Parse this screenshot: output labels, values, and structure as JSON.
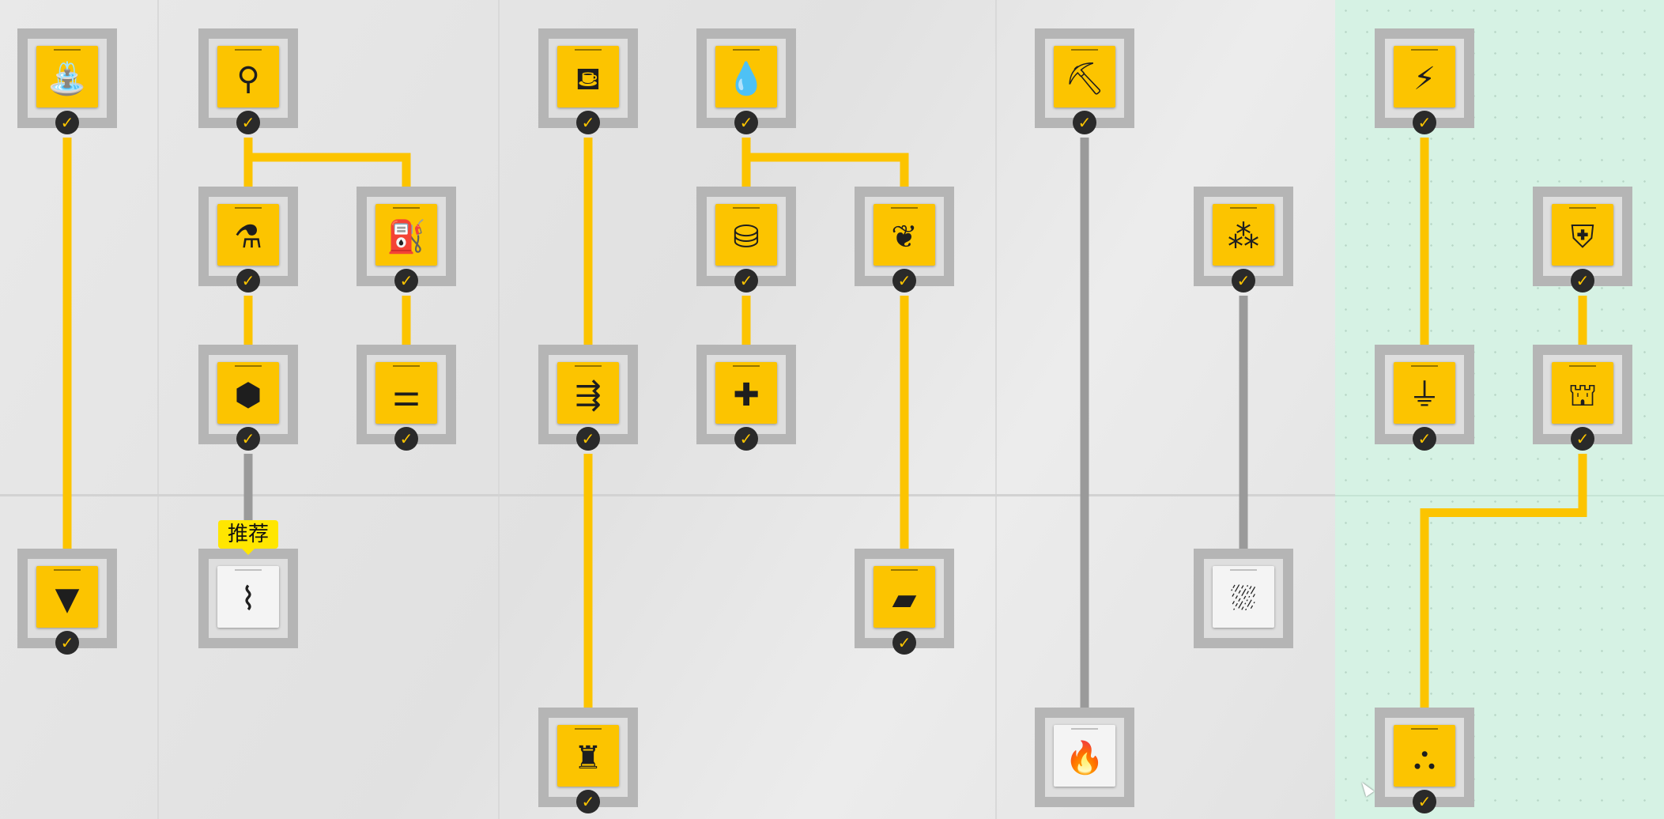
{
  "recommended_tag": "推荐",
  "colors": {
    "completed": "#fcc400",
    "locked_link": "#9a9a9a",
    "region_highlight": "#d6f2e4",
    "check_bg": "#2a2a2a"
  },
  "nodes": [
    {
      "id": "a1",
      "icon": "water-tank-icon",
      "glyph": "⛲",
      "state": "completed"
    },
    {
      "id": "a2",
      "icon": "filter-drill-icon",
      "glyph": "▼",
      "state": "completed"
    },
    {
      "id": "b1",
      "icon": "pipe-drop-icon",
      "glyph": "⚲",
      "state": "completed"
    },
    {
      "id": "b2",
      "icon": "pipe-filter-icon",
      "glyph": "⚗",
      "state": "completed"
    },
    {
      "id": "b3",
      "icon": "fuel-can-icon",
      "glyph": "⛽",
      "state": "completed"
    },
    {
      "id": "b4",
      "icon": "valve-pipe-icon",
      "glyph": "⬢",
      "state": "completed"
    },
    {
      "id": "b5",
      "icon": "sprinkler-icon",
      "glyph": "⚌",
      "state": "completed"
    },
    {
      "id": "b6",
      "icon": "underground-pipe-icon",
      "glyph": "⌇",
      "state": "available",
      "recommended": true
    },
    {
      "id": "c1",
      "icon": "bucket-pour-icon",
      "glyph": "⛾",
      "state": "completed"
    },
    {
      "id": "c2",
      "icon": "pipe-splitter-icon",
      "glyph": "⇶",
      "state": "completed"
    },
    {
      "id": "c3",
      "icon": "turret-icon",
      "glyph": "♜",
      "state": "completed"
    },
    {
      "id": "d1",
      "icon": "water-drop-icon",
      "glyph": "💧",
      "state": "completed"
    },
    {
      "id": "d2",
      "icon": "water-container-icon",
      "glyph": "⛁",
      "state": "completed"
    },
    {
      "id": "d3",
      "icon": "plant-water-icon",
      "glyph": "❦",
      "state": "completed"
    },
    {
      "id": "d4",
      "icon": "water-plus-icon",
      "glyph": "✚",
      "state": "completed"
    },
    {
      "id": "d5",
      "icon": "fuel-tank-icon",
      "glyph": "▰",
      "state": "completed"
    },
    {
      "id": "e1",
      "icon": "drill-tier-2-icon",
      "glyph": "⛏",
      "state": "completed"
    },
    {
      "id": "e2",
      "icon": "fire-pit-icon",
      "glyph": "🔥",
      "state": "available"
    },
    {
      "id": "f1",
      "icon": "ore-scatter-icon",
      "glyph": "⁂",
      "state": "completed"
    },
    {
      "id": "f2",
      "icon": "spray-tower-icon",
      "glyph": "⛆",
      "state": "available"
    },
    {
      "id": "g1",
      "icon": "power-box-icon",
      "glyph": "⚡",
      "state": "completed"
    },
    {
      "id": "g2",
      "icon": "generator-icon",
      "glyph": "⏚",
      "state": "completed"
    },
    {
      "id": "g3",
      "icon": "pump-icon",
      "glyph": "⛨",
      "state": "completed"
    },
    {
      "id": "g4",
      "icon": "pump-tier-1-icon",
      "glyph": "⛫",
      "state": "completed"
    },
    {
      "id": "g5",
      "icon": "pump-tier-2-icon",
      "glyph": "⛬",
      "state": "completed"
    }
  ],
  "links": [
    {
      "from": "a1",
      "to": "a2",
      "state": "completed"
    },
    {
      "from": "b1",
      "to": "b2",
      "state": "completed"
    },
    {
      "from": "b1",
      "to": "b3",
      "state": "completed"
    },
    {
      "from": "b2",
      "to": "b4",
      "state": "completed"
    },
    {
      "from": "b3",
      "to": "b5",
      "state": "completed"
    },
    {
      "from": "b4",
      "to": "b6",
      "state": "locked"
    },
    {
      "from": "c1",
      "to": "c2",
      "state": "completed"
    },
    {
      "from": "c2",
      "to": "c3",
      "state": "completed"
    },
    {
      "from": "d1",
      "to": "d2",
      "state": "completed"
    },
    {
      "from": "d1",
      "to": "d3",
      "state": "completed"
    },
    {
      "from": "d2",
      "to": "d4",
      "state": "completed"
    },
    {
      "from": "d3",
      "to": "d5",
      "state": "completed"
    },
    {
      "from": "e1",
      "to": "e2",
      "state": "locked"
    },
    {
      "from": "f1",
      "to": "f2",
      "state": "locked"
    },
    {
      "from": "g1",
      "to": "g2",
      "state": "completed"
    },
    {
      "from": "g3",
      "to": "g4",
      "state": "completed"
    },
    {
      "from": "g4",
      "to": "g5",
      "state": "completed"
    }
  ]
}
